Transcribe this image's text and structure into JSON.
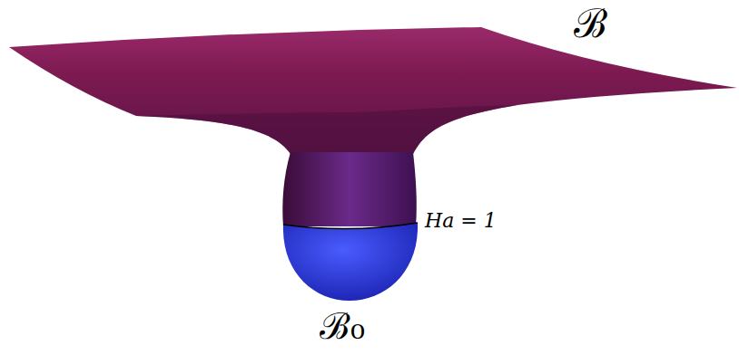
{
  "diagram": {
    "labels": [
      "ℬ",
      "Ha = 1",
      "ℬ₀"
    ]
  }
}
